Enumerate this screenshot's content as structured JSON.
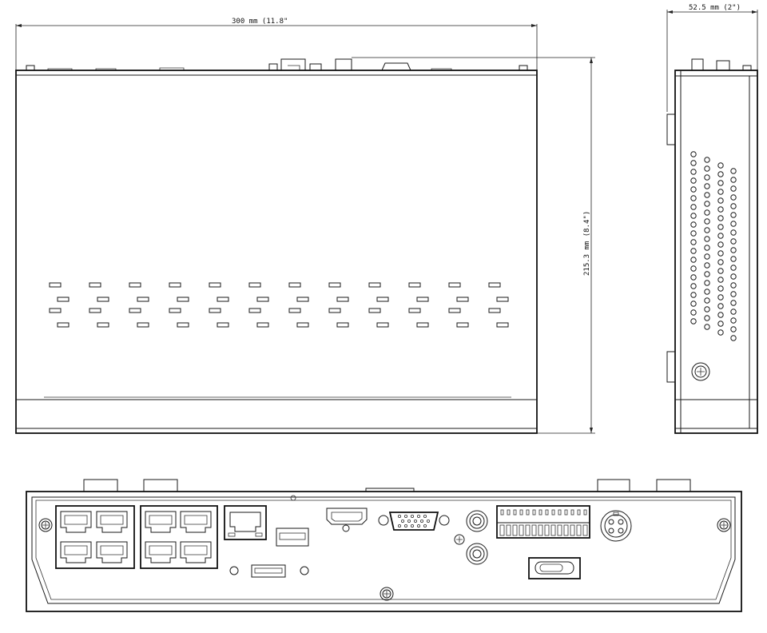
{
  "dimensions": {
    "width_label": "300 mm (11.8\"",
    "height_label": "215.3 mm (8.4\")",
    "depth_label": "52.5 mm (2\")"
  },
  "views": {
    "top_view": "top",
    "side_view": "side",
    "rear_view": "rear"
  },
  "rear_panel": {
    "ethernet_port_count": 8,
    "uplink_port_count": 1,
    "usb_port_count": 2,
    "hdmi_port_count": 1,
    "vga_port_count": 1,
    "audio_jack_count": 2,
    "terminal_block_pins": 14
  },
  "colors": {
    "line": "#1a1a1a",
    "background": "#ffffff"
  }
}
